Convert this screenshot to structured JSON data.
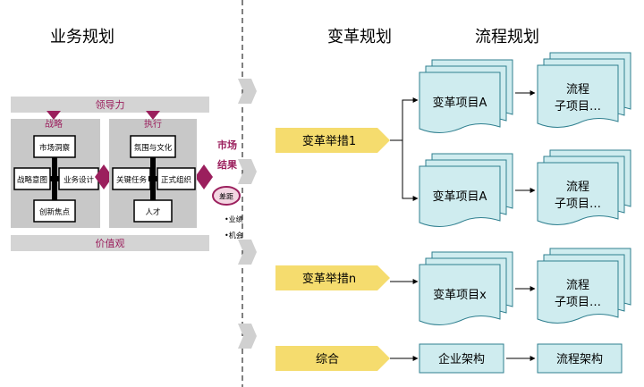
{
  "headings": {
    "left": "业务规划",
    "middle": "变革规划",
    "right": "流程规划"
  },
  "blm": {
    "top_bar": "领导力",
    "bottom_bar": "价值观",
    "strategy_tag": "战略",
    "execution_tag": "执行",
    "strategy_boxes": [
      "市场洞察",
      "战略意图",
      "业务设计",
      "创新焦点"
    ],
    "execution_boxes": [
      "氛围与文化",
      "关键任务",
      "正式组织",
      "人才"
    ],
    "market_result": [
      "市场",
      "结果"
    ],
    "gap": "差距",
    "gap_items": [
      "•业绩",
      "•机会"
    ]
  },
  "initiatives": [
    "变革举措1",
    "变革举措n",
    "综合"
  ],
  "projects": [
    "变革项目A",
    "变革项目A",
    "变革项目x"
  ],
  "subprocess": [
    "流程",
    "子项目…"
  ],
  "architecture": {
    "enterprise": "企业架构",
    "process": "流程架构"
  },
  "colors": {
    "magenta": "#9b1f5d",
    "bar_gray": "#d4d4d4",
    "panel_gray": "#c8c8c8",
    "chevron_gray": "#d0d0d0",
    "arrow_yellow": "#f5dc6e",
    "doc_teal": "#cfecef",
    "doc_border": "#2f7f8f"
  }
}
